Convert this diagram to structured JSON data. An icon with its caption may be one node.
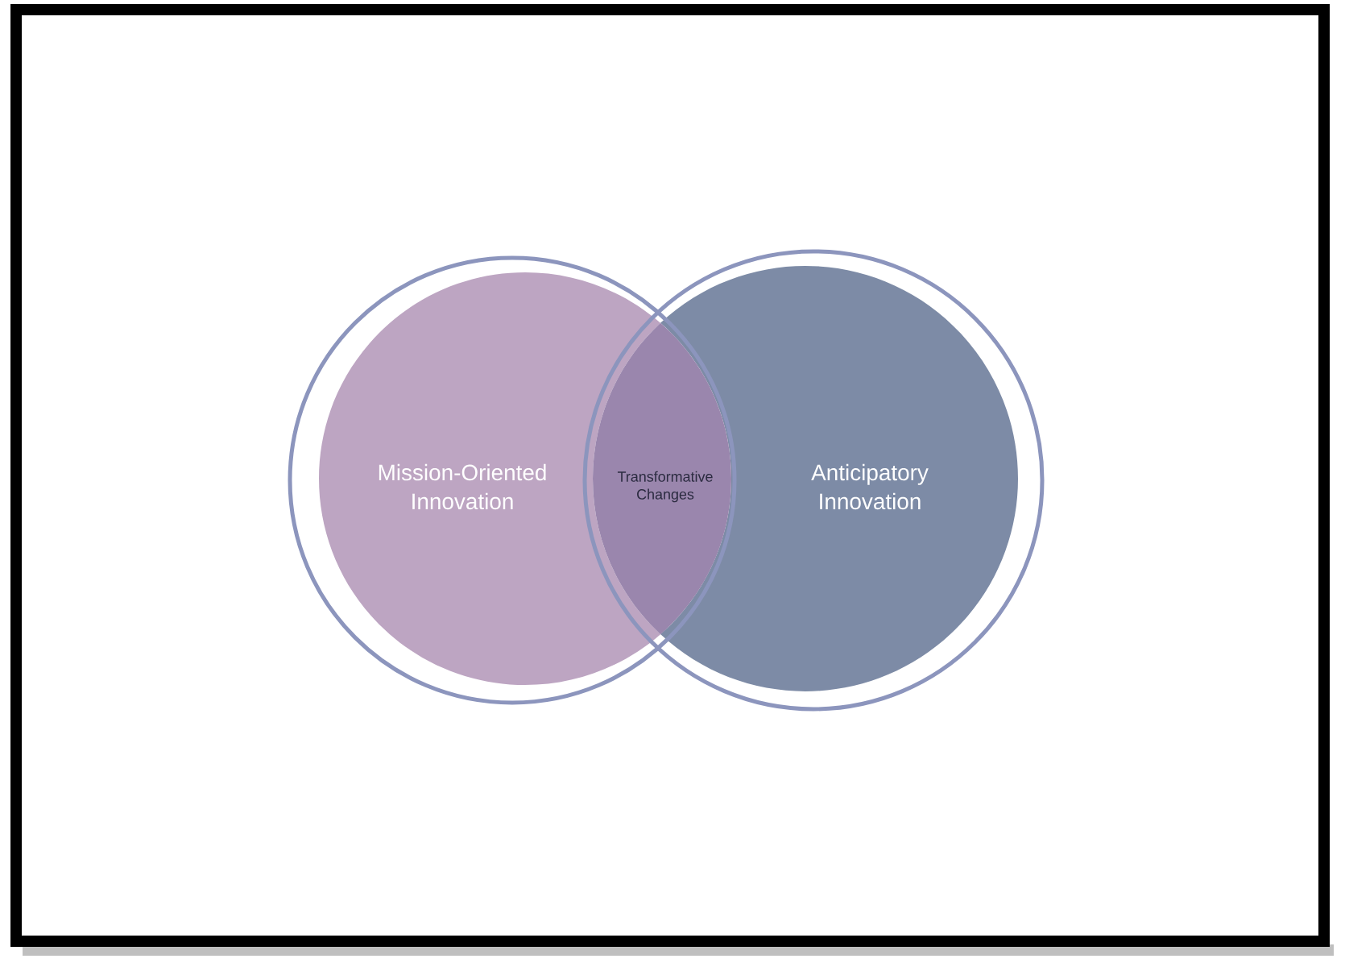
{
  "diagram": {
    "nodes": [
      {
        "text": [
          "Mission-Oriented Innovation"
        ]
      },
      {
        "text": [
          "Anticipatory Innovation"
        ]
      },
      {
        "text": [
          "Transformative Changes"
        ]
      }
    ]
  }
}
